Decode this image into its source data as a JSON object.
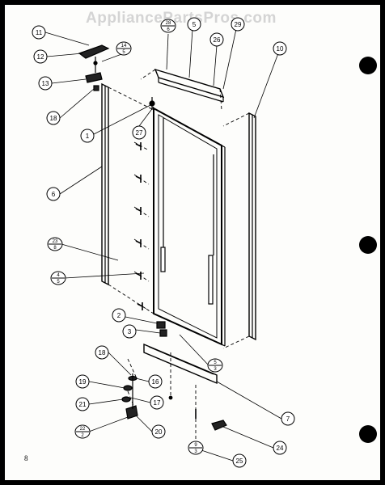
{
  "watermark": "AppliancePartsPros.com",
  "page_number": "8",
  "callouts": {
    "c11": "11",
    "c12": "12",
    "c13": "13",
    "c18a": "18",
    "c1": "1",
    "c27": "27",
    "c14a": "14",
    "c14b": "5",
    "c28a": "28",
    "c28b": "6",
    "c5": "5",
    "c26a": "26",
    "c29": "29",
    "c10": "10",
    "c6": "6",
    "c23a": "23",
    "c23b": "8",
    "c4a": "4",
    "c4b": "5",
    "c2": "2",
    "c3": "3",
    "c5sa": "5",
    "c5sb": "3",
    "c18b": "18",
    "c16": "16",
    "c19": "19",
    "c17": "17",
    "c21": "21",
    "c22a": "22",
    "c22b": "2",
    "c20": "20",
    "c7": "7",
    "c9a": "9",
    "c9b": "3",
    "c24": "24",
    "c25": "25"
  }
}
